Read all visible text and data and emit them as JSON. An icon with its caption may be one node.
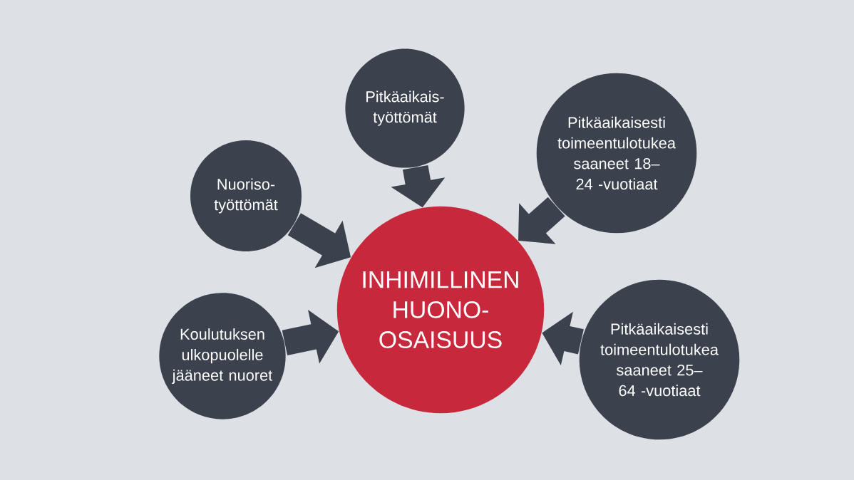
{
  "diagram": {
    "nodes": [
      {
        "text": [
          "Pitkäaikais- työttömät"
        ]
      },
      {
        "text": [
          "Nuoriso- työttömät"
        ]
      },
      {
        "text": [
          "Pitkäaikaisesti toimeentulotukea saaneet 18–24 -vuotiaat"
        ]
      },
      {
        "text": [
          "INHIMILLINEN HUONO- OSAISUUS"
        ]
      },
      {
        "text": [
          "Koulutuksen ulkopuolelle jääneet nuoret"
        ]
      },
      {
        "text": [
          "Pitkäaikaisesti toimeentulotukea saaneet 25–64 -vuotiaat"
        ]
      }
    ],
    "edges": [
      {
        "from": 0,
        "to": 3,
        "arrow": "to"
      },
      {
        "from": 1,
        "to": 3,
        "arrow": "to"
      },
      {
        "from": 2,
        "to": 3,
        "arrow": "to"
      },
      {
        "from": 4,
        "to": 3,
        "arrow": "to"
      },
      {
        "from": 5,
        "to": 3,
        "arrow": "to"
      }
    ]
  }
}
